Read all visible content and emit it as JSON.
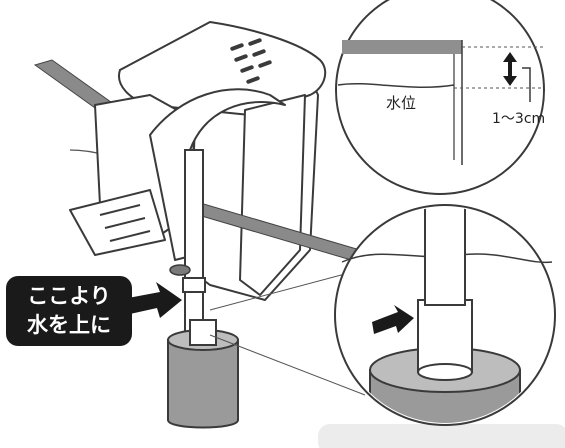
{
  "illustration": {
    "water_level_label": "水位",
    "water_level_range": "1～3cm",
    "callout_lines": [
      "ここより",
      "水を上に"
    ]
  },
  "colors": {
    "outline": "#3a3a3a",
    "rail": "#8a8a8a",
    "base_gray": "#9a9a9a",
    "gauge_bar": "#8f8f8f",
    "callout_bg": "#1a1a1a",
    "bottom_panel": "#ececec"
  },
  "icons": [
    "up-down-arrow-icon",
    "pointer-arrow-icon",
    "callout-arrow-icon"
  ]
}
